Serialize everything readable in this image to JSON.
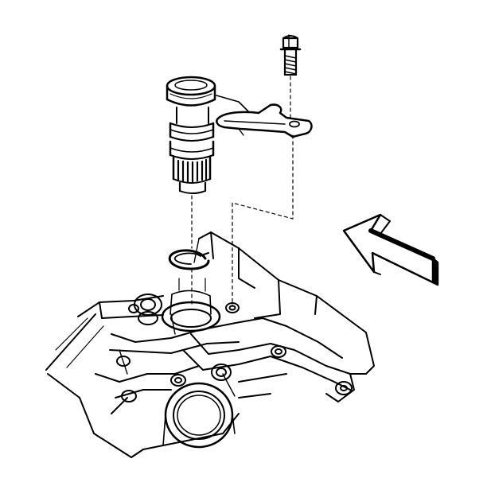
{
  "figure": {
    "kind": "exploded assembly illustration",
    "parts": [
      "bolt",
      "retainer-bracket",
      "gear-sensor-assembly",
      "snap-ring",
      "housing-bore",
      "direction-arrow"
    ],
    "colors": {
      "ink": "#000000",
      "paper": "#ffffff"
    }
  }
}
